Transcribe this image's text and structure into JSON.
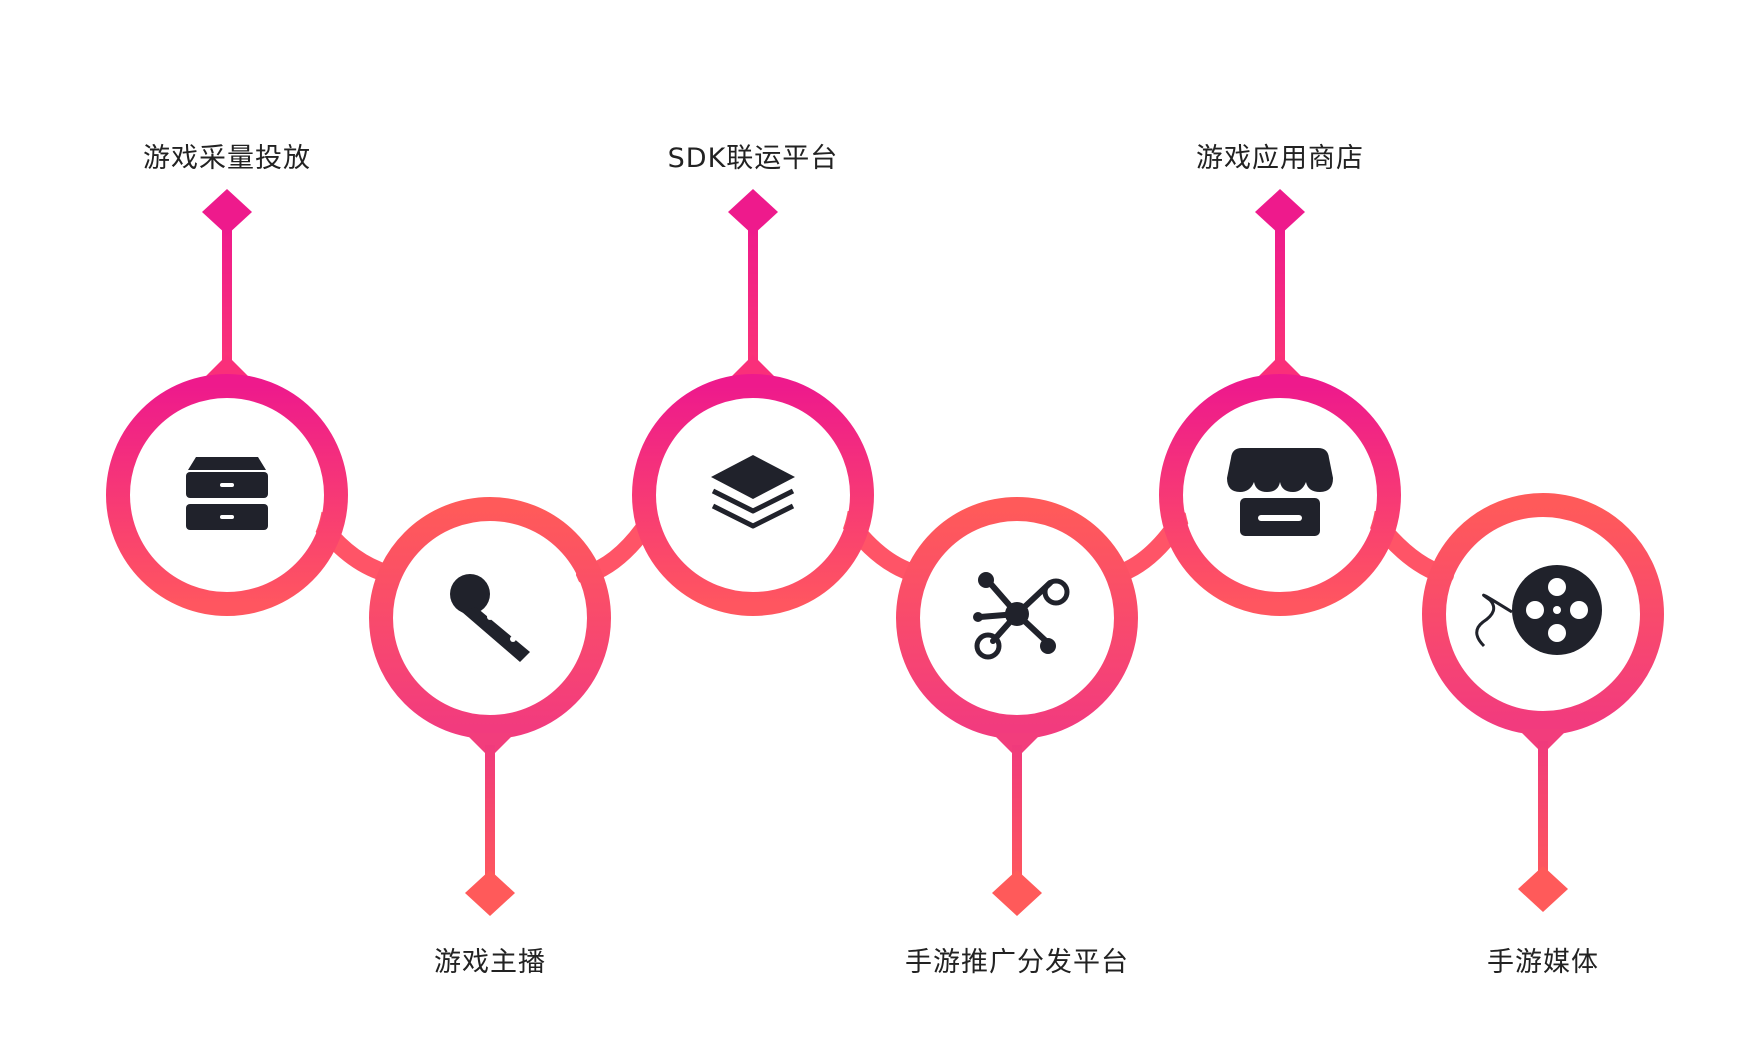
{
  "colors": {
    "top_gradient": "#ee1a8c",
    "mid_gradient": "#ff4d66",
    "bottom_gradient": "#ff5a5a",
    "icon_fill": "#20222b"
  },
  "steps": [
    {
      "label": "游戏采量投放",
      "icon": "archive-drawer-icon"
    },
    {
      "label": "游戏主播",
      "icon": "microphone-icon"
    },
    {
      "label": "SDK联运平台",
      "icon": "layers-icon"
    },
    {
      "label": "手游推广分发平台",
      "icon": "network-hub-icon"
    },
    {
      "label": "游戏应用商店",
      "icon": "storefront-icon"
    },
    {
      "label": "手游媒体",
      "icon": "film-reel-icon"
    }
  ]
}
